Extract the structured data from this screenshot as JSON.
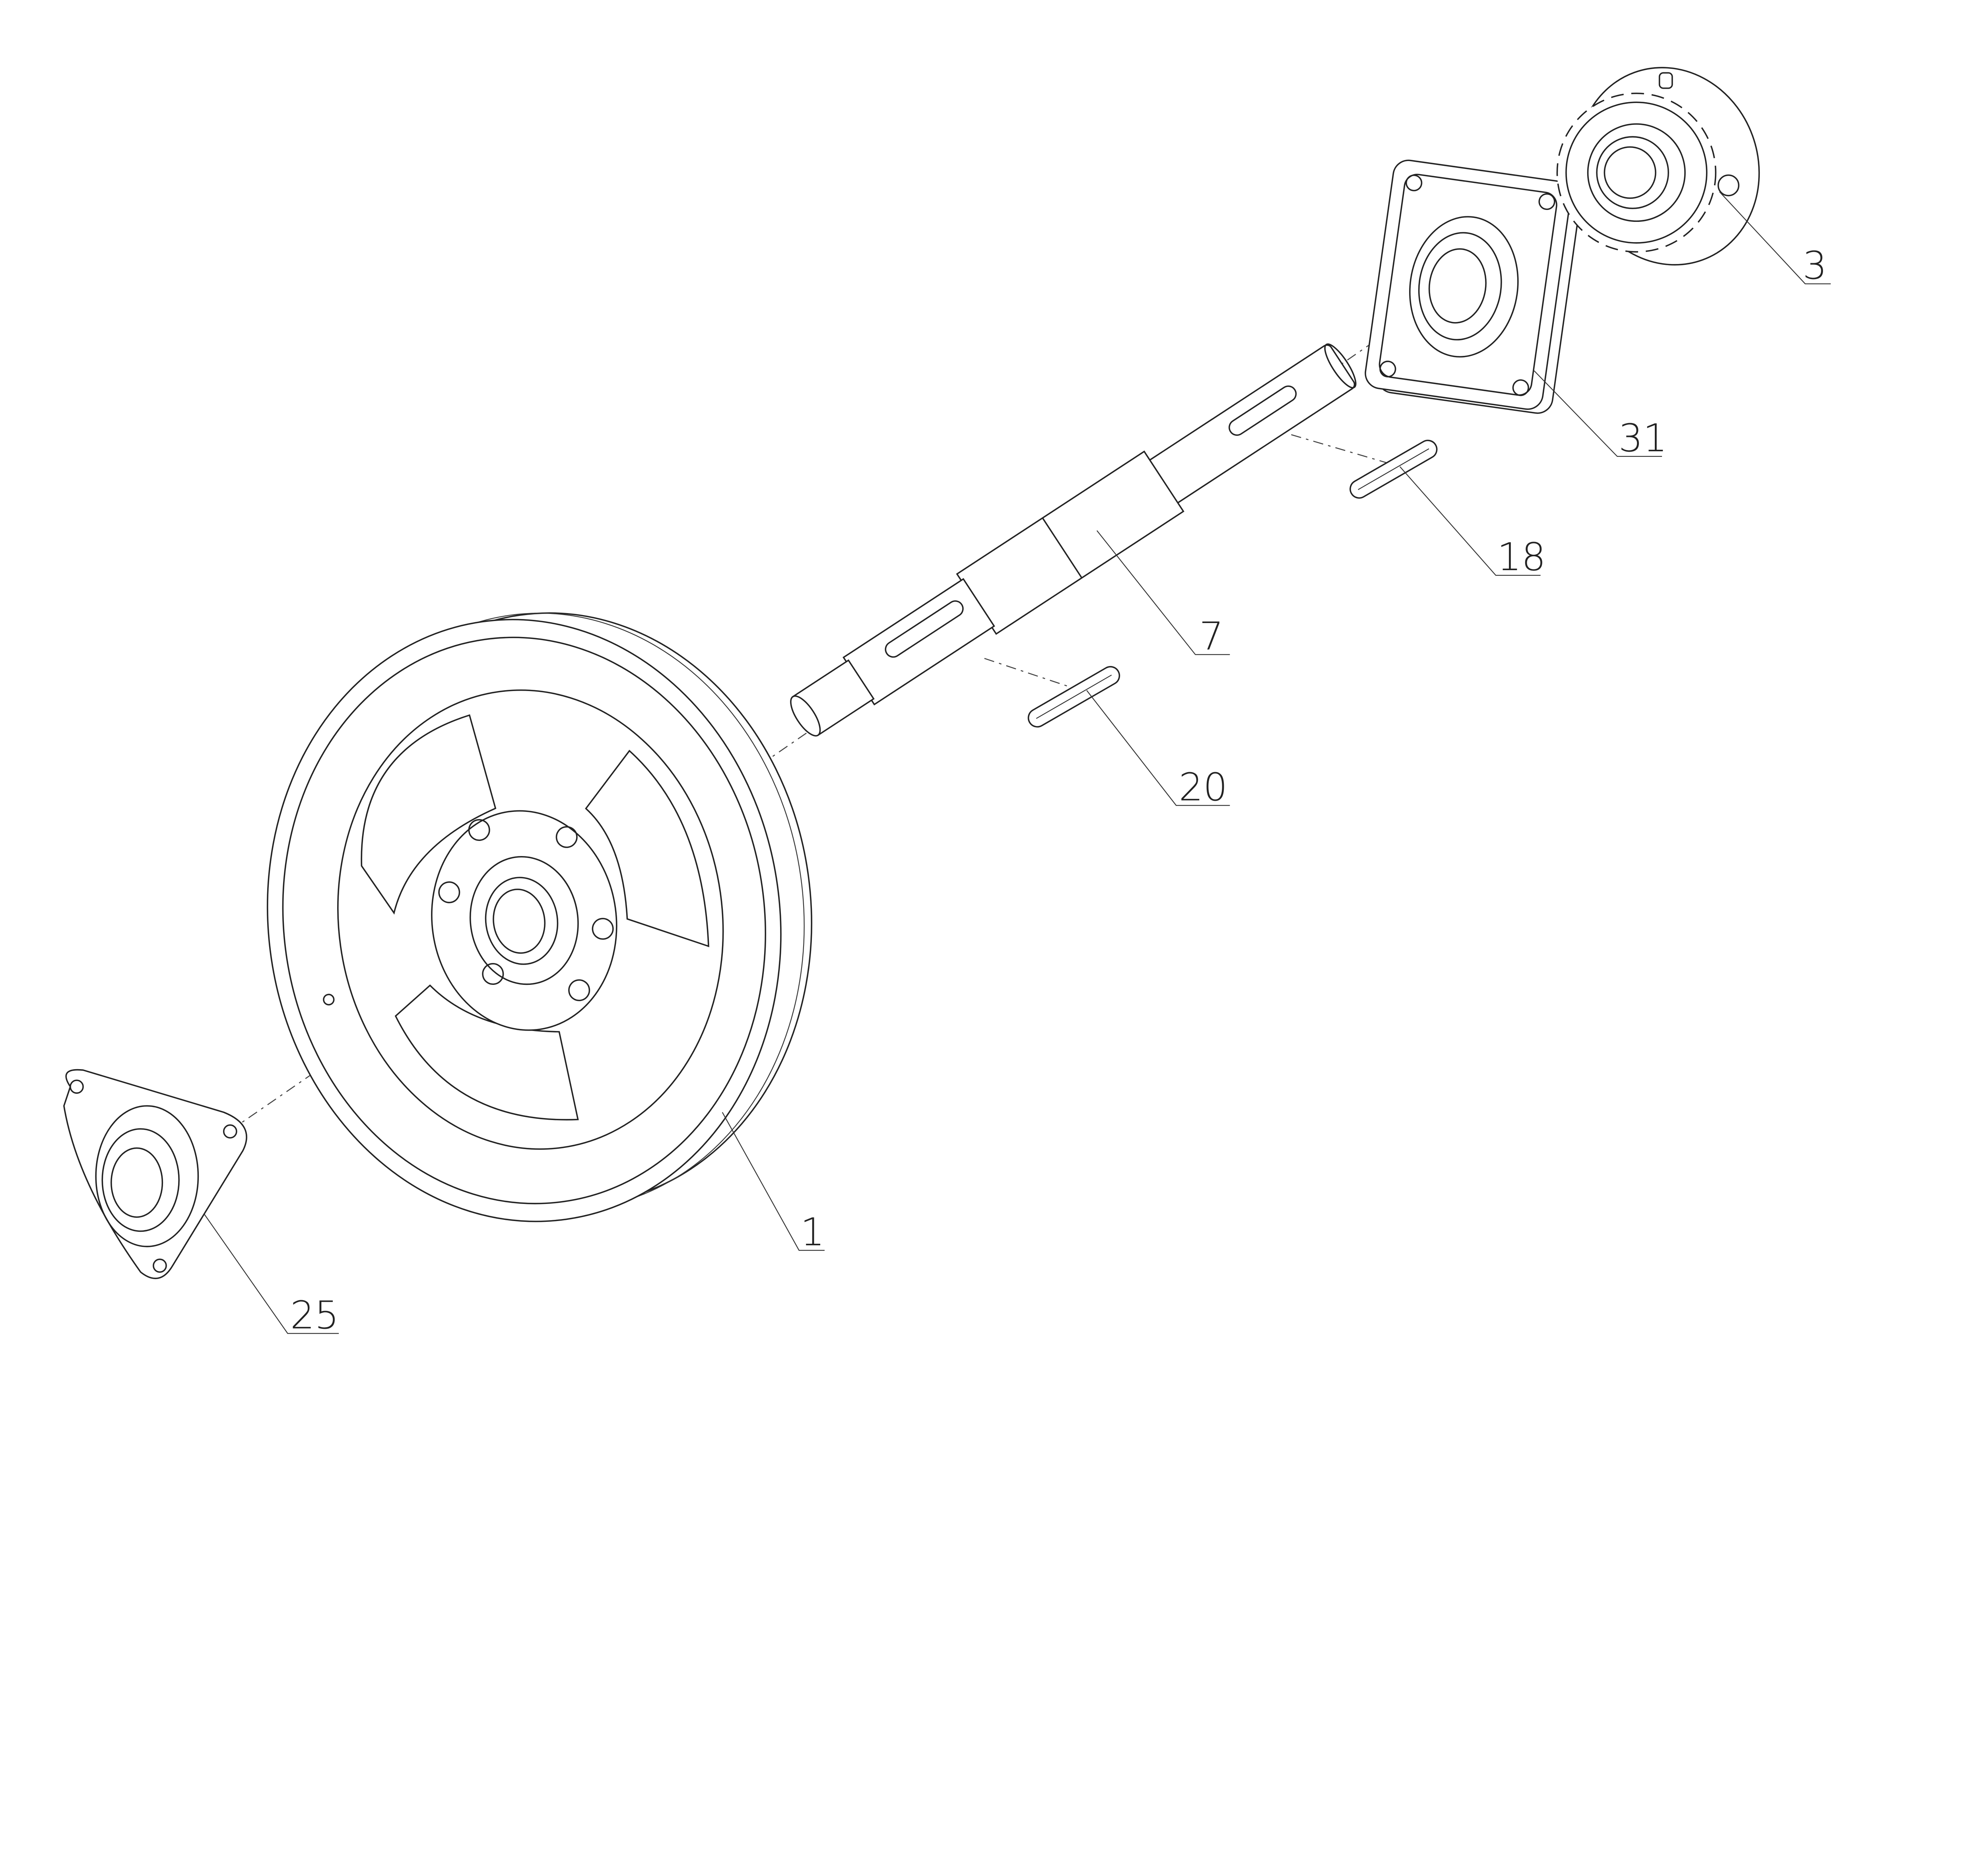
{
  "drawing": {
    "type": "exploded assembly view",
    "callouts": [
      {
        "id": "sprocket-bearing",
        "label": "3"
      },
      {
        "id": "square-flange-bearing",
        "label": "31"
      },
      {
        "id": "key-upper",
        "label": "18"
      },
      {
        "id": "shaft",
        "label": "7"
      },
      {
        "id": "key-lower",
        "label": "20"
      },
      {
        "id": "pulley",
        "label": "1"
      },
      {
        "id": "triangular-flange-bearing",
        "label": "25"
      }
    ],
    "colors": {
      "line": "#222222",
      "background": "#ffffff"
    }
  }
}
